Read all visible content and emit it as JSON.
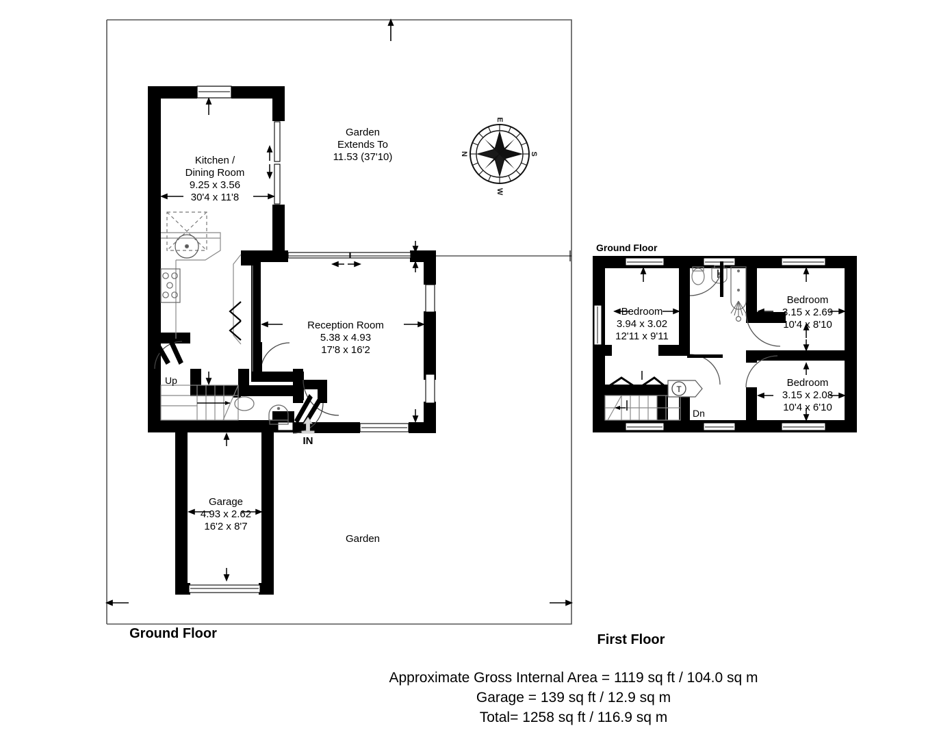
{
  "document": {
    "type": "architectural-floor-plan",
    "background_color": "#ffffff",
    "line_color": "#000000",
    "wall_fill": "#000000"
  },
  "ground_floor": {
    "caption": "Ground Floor",
    "rooms": [
      {
        "name": "Kitchen /",
        "name_line2": "Dining Room",
        "metric": "9.25 x 3.56",
        "imperial": "30'4 x 11'8"
      },
      {
        "name": "Reception Room",
        "metric": "5.38 x 4.93",
        "imperial": "17'8 x 16'2"
      },
      {
        "name": "Garage",
        "metric": "4.93 x 2.62",
        "imperial": "16'2 x 8'7"
      }
    ],
    "annotations": {
      "stairs_up": "Up",
      "entrance": "IN",
      "garden_label": "Garden",
      "garden_extends_line1": "Garden",
      "garden_extends_line2": "Extends To",
      "garden_extends_line3": "11.53 (37'10)"
    },
    "compass": {
      "north": "N",
      "east": "E",
      "south": "S",
      "west": "W"
    }
  },
  "first_floor": {
    "caption": "First Floor",
    "plan_tag": "Ground Floor",
    "rooms": [
      {
        "name": "Bedroom",
        "metric": "3.94 x 3.02",
        "imperial": "12'11 x 9'11"
      },
      {
        "name": "Bedroom",
        "metric": "3.15 x 2.69",
        "imperial": "10'4 x 8'10"
      },
      {
        "name": "Bedroom",
        "metric": "3.15 x 2.08",
        "imperial": "10'4 x 6'10"
      }
    ],
    "annotations": {
      "stairs_down": "Dn",
      "tank_marker": "T"
    }
  },
  "area_summary": {
    "line1": "Approximate Gross Internal Area = 1119 sq ft / 104.0 sq m",
    "line2": "Garage = 139 sq ft / 12.9 sq m",
    "line3": "Total= 1258 sq ft / 116.9 sq m"
  }
}
